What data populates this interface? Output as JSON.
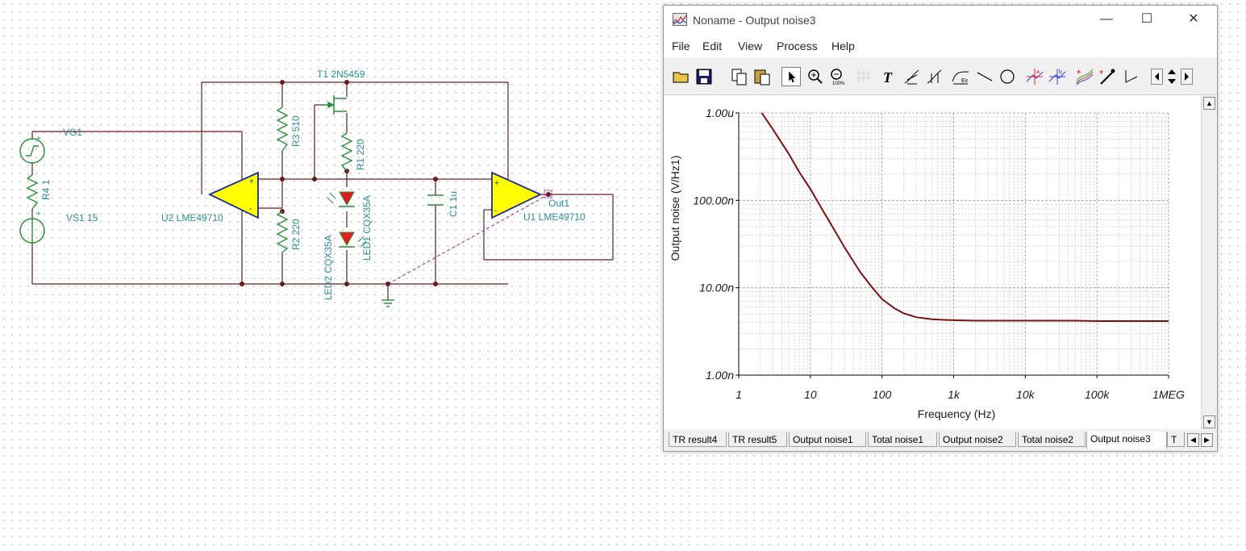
{
  "schematic": {
    "labels": {
      "t1": "T1 2N5459",
      "vg1": "VG1",
      "r4": "R4 1",
      "vs1": "VS1 15",
      "u2": "U2 LME49710",
      "r3": "R3 510",
      "r1": "R1 220",
      "r2": "R2 220",
      "led1": "LED1 CQX35A",
      "led2": "LED2 CQX35A",
      "c1": "C1 1u",
      "u1": "U1 LME49710",
      "out1": "Out1"
    }
  },
  "window": {
    "title": "Noname - Output noise3",
    "controls": {
      "minimize": "—",
      "maximize": "☐",
      "close": "✕"
    },
    "menu": [
      "File",
      "Edit",
      "View",
      "Process",
      "Help"
    ],
    "toolbar_icons": [
      "open-folder-icon",
      "save-icon",
      "copy-icon",
      "paste-icon",
      "pointer-icon",
      "zoom-in-icon",
      "zoom-100-icon",
      "grid-icon",
      "text-icon",
      "cursor-a-icon",
      "cursor-b-icon",
      "curve-label-icon",
      "line-icon",
      "circle-icon",
      "marker-a-icon",
      "marker-b-icon",
      "multi-curve-icon",
      "probe-icon",
      "angle-icon",
      "scroll-left-icon",
      "scroll-updown-icon",
      "scroll-right-icon"
    ],
    "tabs": [
      "TR result4",
      "TR result5",
      "Output noise1",
      "Total noise1",
      "Output noise2",
      "Total noise2",
      "Output noise3",
      "T"
    ],
    "active_tab": "Output noise3"
  },
  "chart_data": {
    "type": "line",
    "x_scale": "log",
    "y_scale": "log",
    "xlabel": "Frequency (Hz)",
    "ylabel": "Output noise (V/Hz1)",
    "x_ticks": [
      1,
      10,
      100,
      1000,
      10000,
      100000,
      1000000
    ],
    "x_tick_labels": [
      "1",
      "10",
      "100",
      "1k",
      "10k",
      "100k",
      "1MEG"
    ],
    "y_ticks": [
      1e-09,
      1e-08,
      1e-07,
      1e-06
    ],
    "y_tick_labels": [
      "1.00n",
      "10.00n",
      "100.00n",
      "1.00u"
    ],
    "xlim": [
      1,
      1000000
    ],
    "ylim": [
      1e-09,
      1e-06
    ],
    "grid": true,
    "line_color": "#7a1111",
    "series": [
      {
        "x": [
          2.1,
          3,
          4,
          5,
          7,
          10,
          15,
          20,
          30,
          50,
          70,
          100,
          150,
          200,
          300,
          500,
          700,
          1000,
          2000,
          5000,
          10000,
          50000,
          100000,
          1000000
        ],
        "y": [
          1e-06,
          6.5e-07,
          4.5e-07,
          3.4e-07,
          2.1e-07,
          1.35e-07,
          7.6e-08,
          5.1e-08,
          2.9e-08,
          1.5e-08,
          1.05e-08,
          7.4e-09,
          5.8e-09,
          5.1e-09,
          4.6e-09,
          4.35e-09,
          4.3e-09,
          4.25e-09,
          4.2e-09,
          4.2e-09,
          4.2e-09,
          4.2e-09,
          4.15e-09,
          4.15e-09
        ]
      }
    ]
  }
}
